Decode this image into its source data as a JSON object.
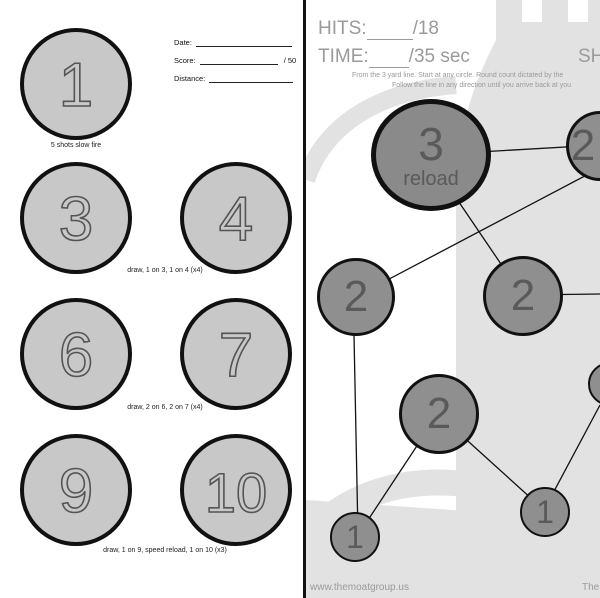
{
  "left_page": {
    "fields": [
      {
        "label": "Date:",
        "suffix": ""
      },
      {
        "label": "Score:",
        "suffix": "/ 50"
      },
      {
        "label": "Distance:",
        "suffix": ""
      }
    ],
    "targets": [
      "1",
      "3",
      "4",
      "6",
      "7",
      "9",
      "10"
    ],
    "captions": [
      "5 shots slow fire",
      "draw, 1 on 3, 1 on 4 (x4)",
      "draw, 2 on 6, 2 on 7 (x4)",
      "draw, 1 on 9, speed reload, 1 on 10 (x3)"
    ]
  },
  "right_page": {
    "hits_label": "HITS:",
    "hits_total": "/18",
    "time_label": "TIME:",
    "time_total": "/35 sec",
    "partial_heading": "SH",
    "instructions": [
      "From the 3 yard line.  Start at any circle.  Round count dictated by the",
      "Follow the line in any direction until you arrive back at you"
    ],
    "nodes": [
      {
        "number": "3",
        "sub": "reload"
      },
      {
        "number": "2",
        "sub": ""
      },
      {
        "number": "2",
        "sub": ""
      },
      {
        "number": "2",
        "sub": ""
      },
      {
        "number": "2",
        "sub": ""
      },
      {
        "number": "1",
        "sub": ""
      },
      {
        "number": "1",
        "sub": ""
      },
      {
        "number": "",
        "sub": ""
      }
    ],
    "footer_url": "www.themoatgroup.us",
    "footer_right": "The"
  },
  "colors": {
    "target_fill": "#c8c8c8",
    "node_fill": "#8f8f8f",
    "node_fill_large": "#8a8a8a",
    "watermark": "#e2e2e2",
    "ink": "#111111",
    "grey_text": "#9a9a9a"
  }
}
